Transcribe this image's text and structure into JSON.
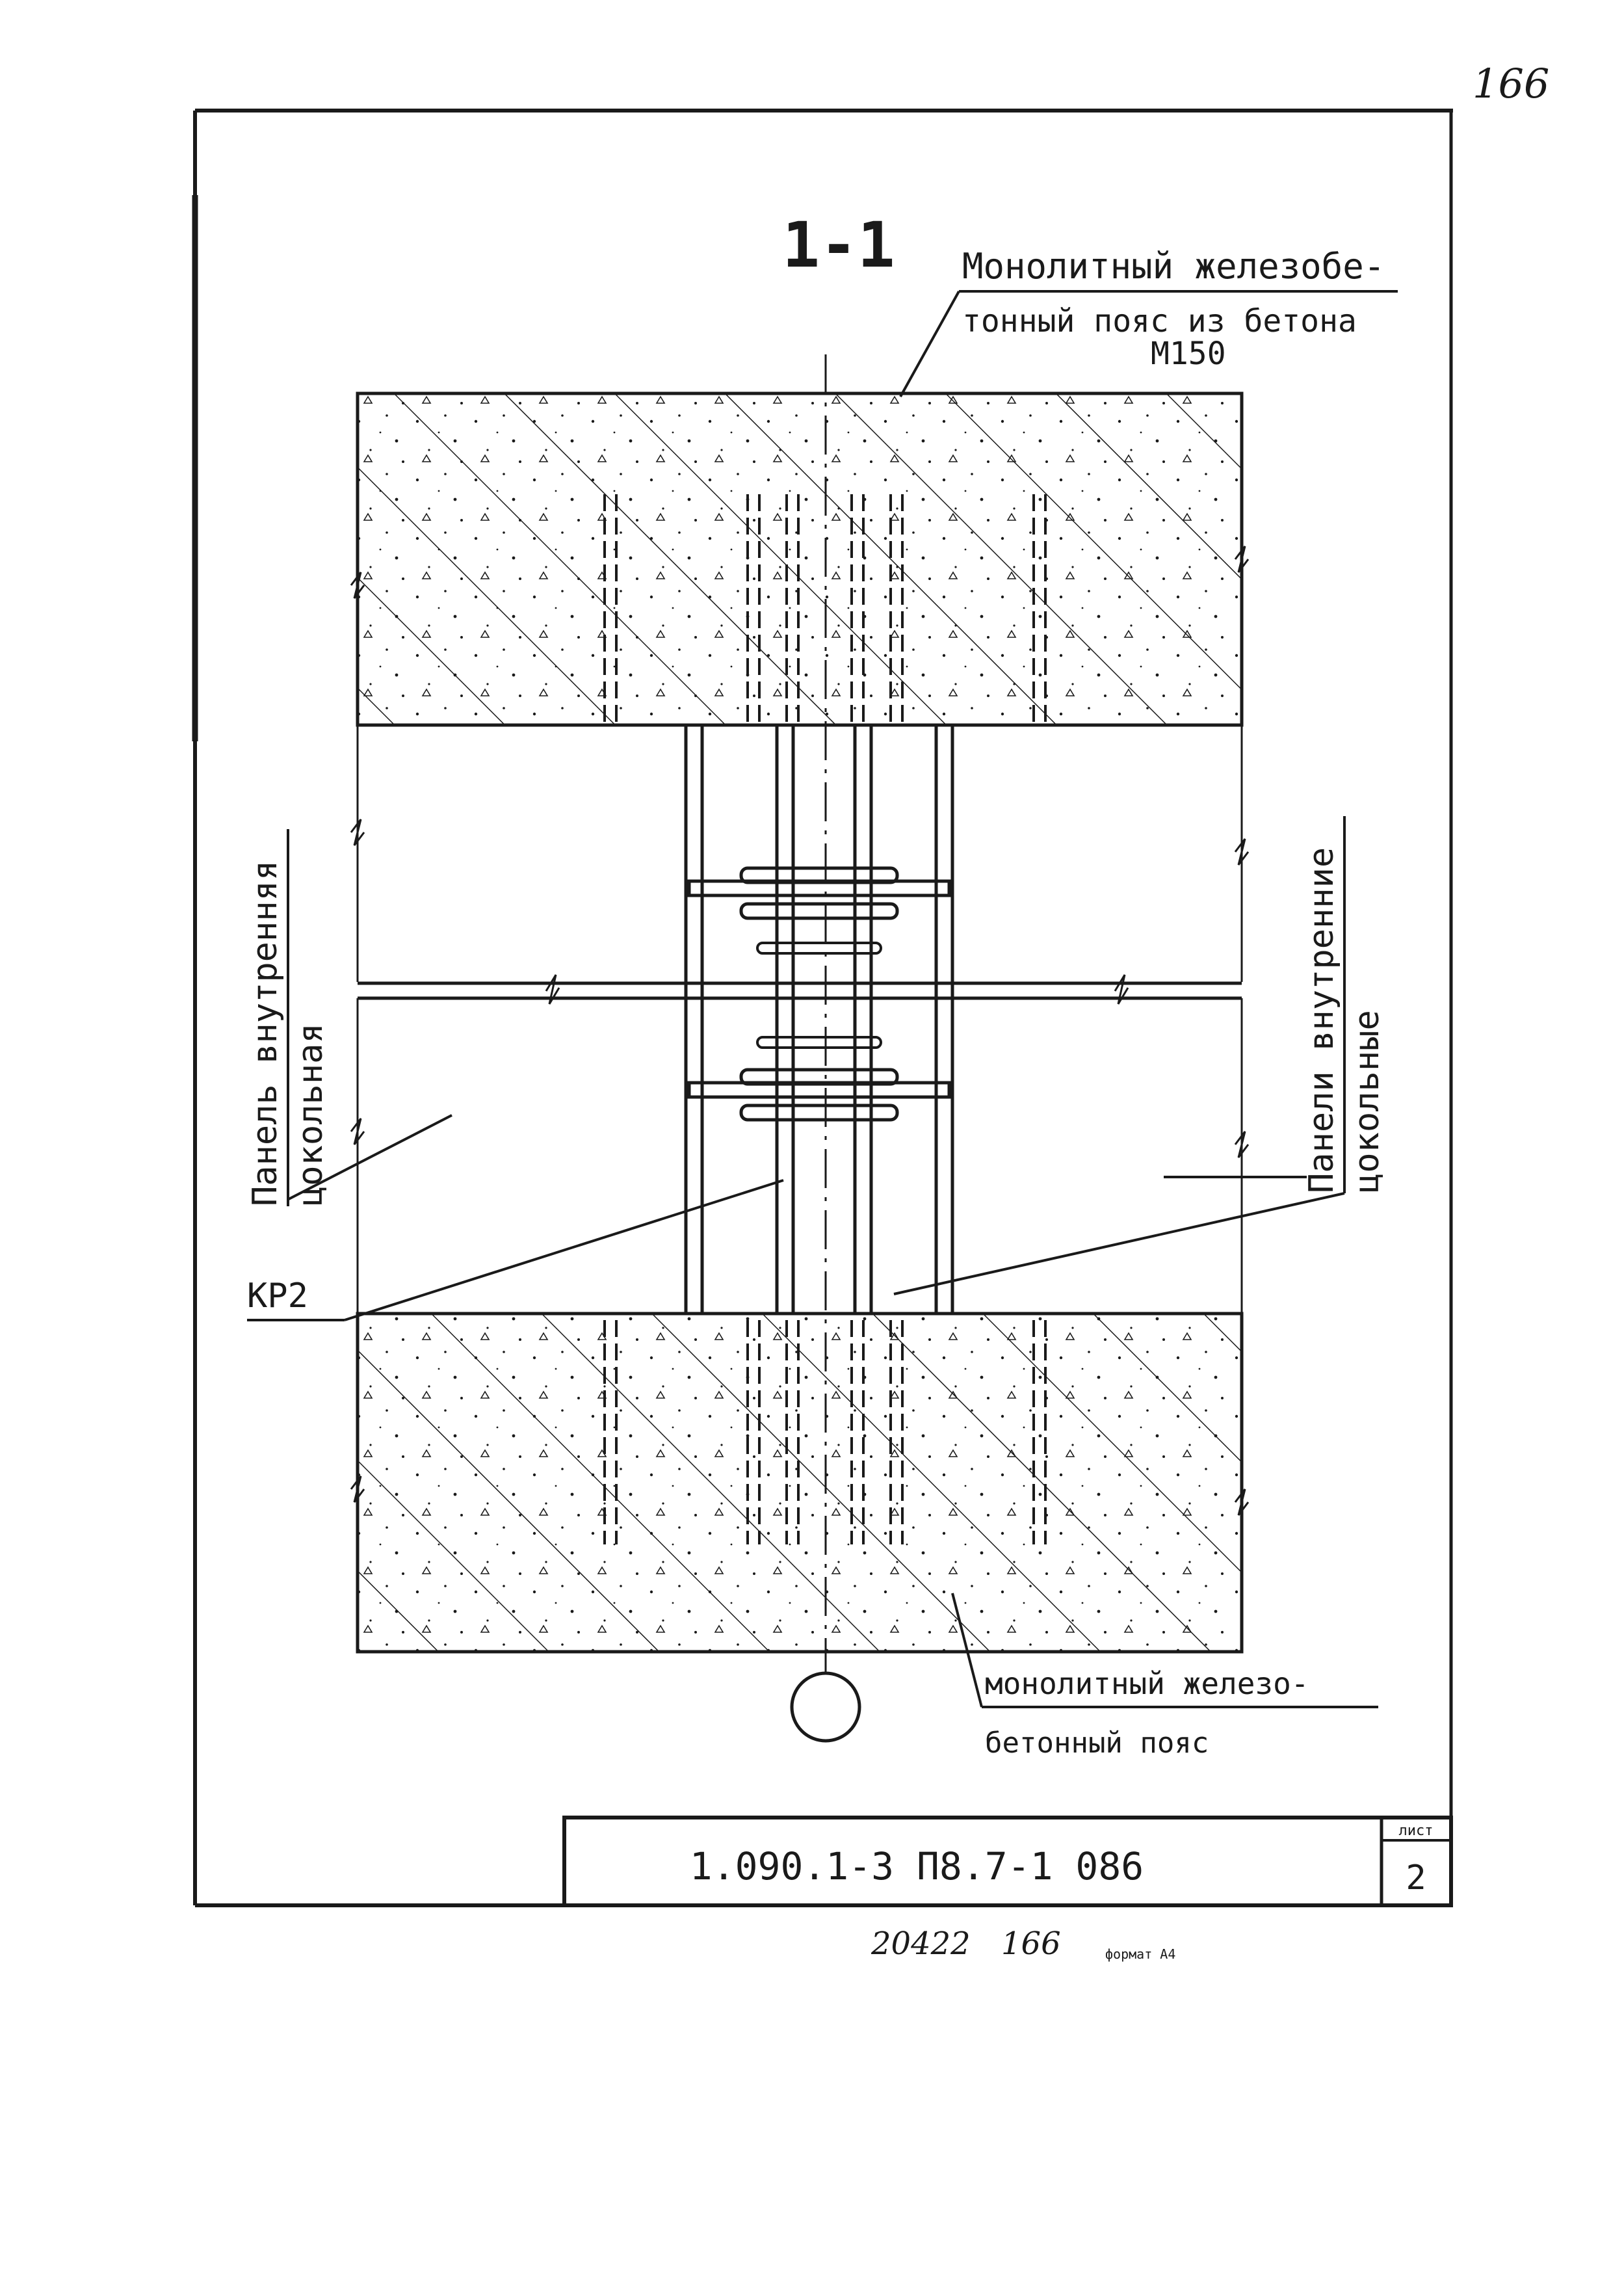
{
  "sheet_number_corner": "166",
  "section_mark": "1-1",
  "labels": {
    "top_belt_line1": "Монолитный железобе-",
    "top_belt_line2": "тонный пояс из бетона",
    "top_belt_line3": "М150",
    "left_panel_line1": "Панель внутренняя",
    "left_panel_line2": "цокольная",
    "right_panel_line1": "Панели внутренние",
    "right_panel_line2": "цокольные",
    "rebar_mark": "КР2",
    "bottom_belt_line1": "монолитный железо-",
    "bottom_belt_line2": "бетонный пояс"
  },
  "title_block": {
    "document_code": "1.090.1-3 П8.7-1 086",
    "sheet_label": "лист",
    "sheet_value": "2"
  },
  "footer": {
    "inventory_number": "20422",
    "page_number": "166",
    "format_label": "формат А4"
  },
  "colors": {
    "ink": "#1a1a1a",
    "paper": "#ffffff"
  }
}
